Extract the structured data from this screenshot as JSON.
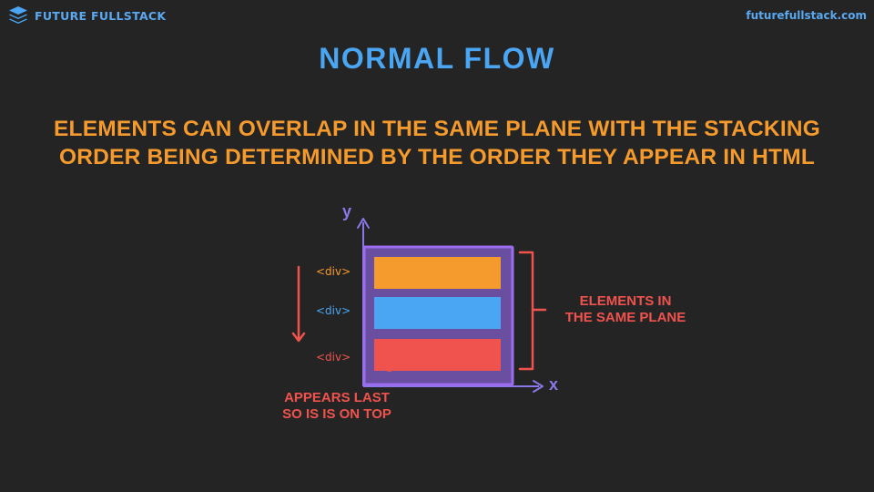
{
  "brand": {
    "name": "FUTURE FULLSTACK",
    "logo_icon": "stacked-layers-icon"
  },
  "site_url": "futurefullstack.com",
  "title": "NORMAL FLOW",
  "subtitle": {
    "line1": "ELEMENTS CAN OVERLAP IN THE SAME PLANE WITH THE STACKING",
    "line2": "ORDER BEING DETERMINED BY THE ORDER THEY APPEAR IN HTML"
  },
  "diagram": {
    "y_axis_label": "y",
    "x_axis_label": "x",
    "divs": [
      {
        "label": "<div>",
        "color": "#f59a2c"
      },
      {
        "label": "<div>",
        "color": "#4aa6f2"
      },
      {
        "label": "<div>",
        "color": "#f0534e"
      }
    ],
    "plane_note": {
      "line1": "ELEMENTS IN",
      "line2": "THE SAME PLANE"
    },
    "last_note": {
      "line1": "APPEARS LAST",
      "line2": "SO IS IS ON TOP"
    }
  },
  "colors": {
    "background": "#242424",
    "accent_blue": "#4aa6f2",
    "accent_orange": "#f59a2c",
    "accent_red": "#f0534e",
    "plane_fill": "#6a4ea0",
    "plane_border": "#9c6df0",
    "axis": "#8a78e8"
  }
}
